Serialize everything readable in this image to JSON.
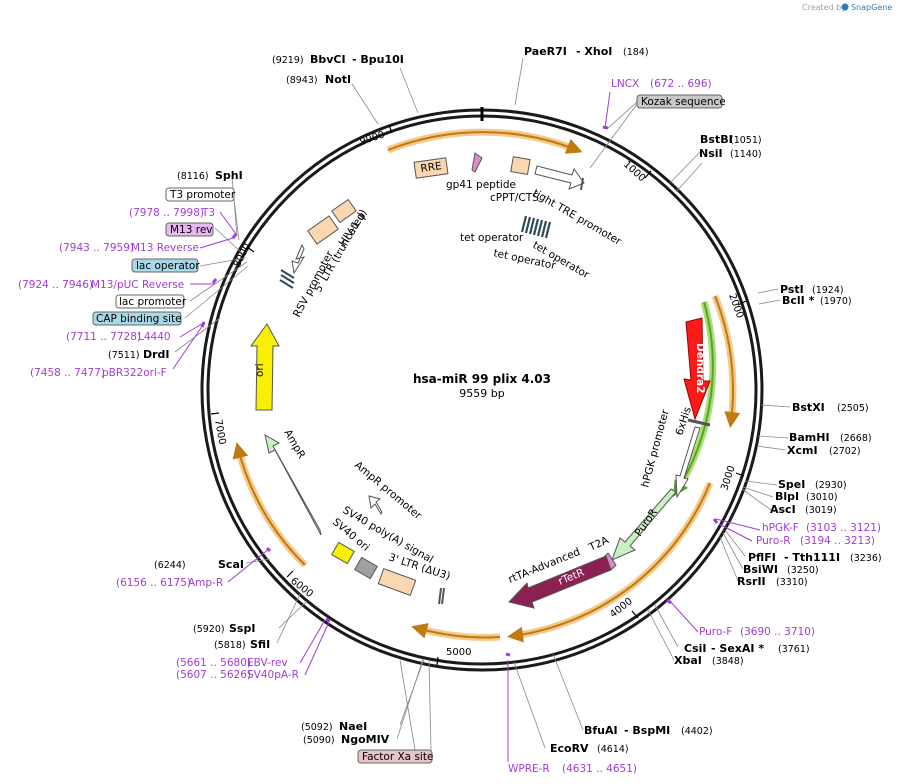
{
  "credit": {
    "prefix": "Created by",
    "brand": "SnapGene"
  },
  "plasmid": {
    "name": "hsa-miR 99 plix 4.03",
    "length": "9559 bp"
  },
  "ticks": [
    "1000",
    "2000",
    "3000",
    "4000",
    "5000",
    "6000",
    "7000",
    "8000",
    "9000"
  ],
  "colors": {
    "backbone": "#1a1a1a",
    "orange_band": "#f5c98a",
    "orange_arrow": "#c07a10",
    "green_band": "#a8e070",
    "green_arrow": "#5aa02c",
    "primer": "#a13cd6"
  },
  "enzymes_right": [
    {
      "name": "PaeR7I",
      "extra": "XhoI",
      "pos": "(184)"
    },
    {
      "name": "BstBI",
      "extra": "",
      "pos": "(1051)"
    },
    {
      "name": "NsiI",
      "extra": "",
      "pos": "(1140)"
    },
    {
      "name": "PstI",
      "extra": "",
      "pos": "(1924)"
    },
    {
      "name": "BclI *",
      "extra": "",
      "pos": "(1970)"
    },
    {
      "name": "BstXI",
      "extra": "",
      "pos": "(2505)"
    },
    {
      "name": "BamHI",
      "extra": "",
      "pos": "(2668)"
    },
    {
      "name": "XcmI",
      "extra": "",
      "pos": "(2702)"
    },
    {
      "name": "SpeI",
      "extra": "",
      "pos": "(2930)"
    },
    {
      "name": "BlpI",
      "extra": "",
      "pos": "(3010)"
    },
    {
      "name": "AscI",
      "extra": "",
      "pos": "(3019)"
    },
    {
      "name": "PflFI",
      "extra": "Tth111I",
      "pos": "(3236)"
    },
    {
      "name": "BsiWI",
      "extra": "",
      "pos": "(3250)"
    },
    {
      "name": "RsrII",
      "extra": "",
      "pos": "(3310)"
    },
    {
      "name": "CsiI",
      "extra": "SexAI *",
      "pos": "(3761)"
    },
    {
      "name": "XbaI",
      "extra": "",
      "pos": "(3848)"
    },
    {
      "name": "BfuAI",
      "extra": "BspMI",
      "pos": "(4402)"
    },
    {
      "name": "EcoRV",
      "extra": "",
      "pos": "(4614)"
    }
  ],
  "enzymes_left": [
    {
      "name": "BbvCI",
      "extra": "Bpu10I",
      "pos": "(9219)"
    },
    {
      "name": "NotI",
      "extra": "",
      "pos": "(8943)"
    },
    {
      "name": "SphI",
      "extra": "",
      "pos": "(8116)"
    },
    {
      "name": "DrdI",
      "extra": "",
      "pos": "(7511)"
    },
    {
      "name": "ScaI",
      "extra": "",
      "pos": "(6244)"
    },
    {
      "name": "SspI",
      "extra": "",
      "pos": "(5920)"
    },
    {
      "name": "SfiI",
      "extra": "",
      "pos": "(5818)"
    },
    {
      "name": "NaeI",
      "extra": "",
      "pos": "(5092)"
    },
    {
      "name": "NgoMIV",
      "extra": "",
      "pos": "(5090)"
    }
  ],
  "primers": [
    {
      "name": "LNCX",
      "pos": "(672 .. 696)"
    },
    {
      "name": "hPGK-F",
      "pos": "(3103 .. 3121)"
    },
    {
      "name": "Puro-R",
      "pos": "(3194 .. 3213)"
    },
    {
      "name": "Puro-F",
      "pos": "(3690 .. 3710)"
    },
    {
      "name": "WPRE-R",
      "pos": "(4631 .. 4651)"
    },
    {
      "name": "SV40pA-R",
      "pos": "(5607 .. 5626)"
    },
    {
      "name": "EBV-rev",
      "pos": "(5661 .. 5680)"
    },
    {
      "name": "Amp-R",
      "pos": "(6156 .. 6175)"
    },
    {
      "name": "pBR322ori-F",
      "pos": "(7458 .. 7477)"
    },
    {
      "name": "L4440",
      "pos": "(7711 .. 7728)"
    },
    {
      "name": "M13/pUC Reverse",
      "pos": "(7924 .. 7946)"
    },
    {
      "name": "M13 Reverse",
      "pos": "(7943 .. 7959)"
    },
    {
      "name": "T3",
      "pos": "(7978 .. 7998)"
    }
  ],
  "boxed_features": [
    {
      "name": "Kozak sequence",
      "fill": "#c8c8c8"
    },
    {
      "name": "T3 promoter",
      "fill": "#ffffff"
    },
    {
      "name": "M13 rev",
      "fill": "#e6b8f0"
    },
    {
      "name": "lac operator",
      "fill": "#a8d8e8"
    },
    {
      "name": "lac promoter",
      "fill": "#ffffff"
    },
    {
      "name": "CAP binding site",
      "fill": "#a8d8e8"
    },
    {
      "name": "Factor Xa site",
      "fill": "#e6c4c8"
    }
  ],
  "features": {
    "rre": "RRE",
    "gp41": "gp41 peptide",
    "cppt": "cPPT/CTS",
    "tight_tre": "tight TRE promoter",
    "tet_op_1": "tet operator",
    "tet_op_2": "tet operator",
    "tet_op_3": "tet operator",
    "hiv": "HIV-1 ψ",
    "ltr5": "5' LTR (truncated)",
    "rsv": "RSV promoter",
    "dendra2": "Dendra2",
    "sixhis": "6xHis",
    "hpgk": "hPGK promoter",
    "puror": "PuroR",
    "t2a": "T2A",
    "rtta": "rtTA-Advanced",
    "rtetr": "rTetR",
    "ampr_prom": "AmpR promoter",
    "sv40_polya": "SV40 poly(A) signal",
    "sv40_ori": "SV40 ori",
    "ltr3": "3' LTR (ΔU3)",
    "ampr": "AmpR",
    "ori": "ori"
  }
}
